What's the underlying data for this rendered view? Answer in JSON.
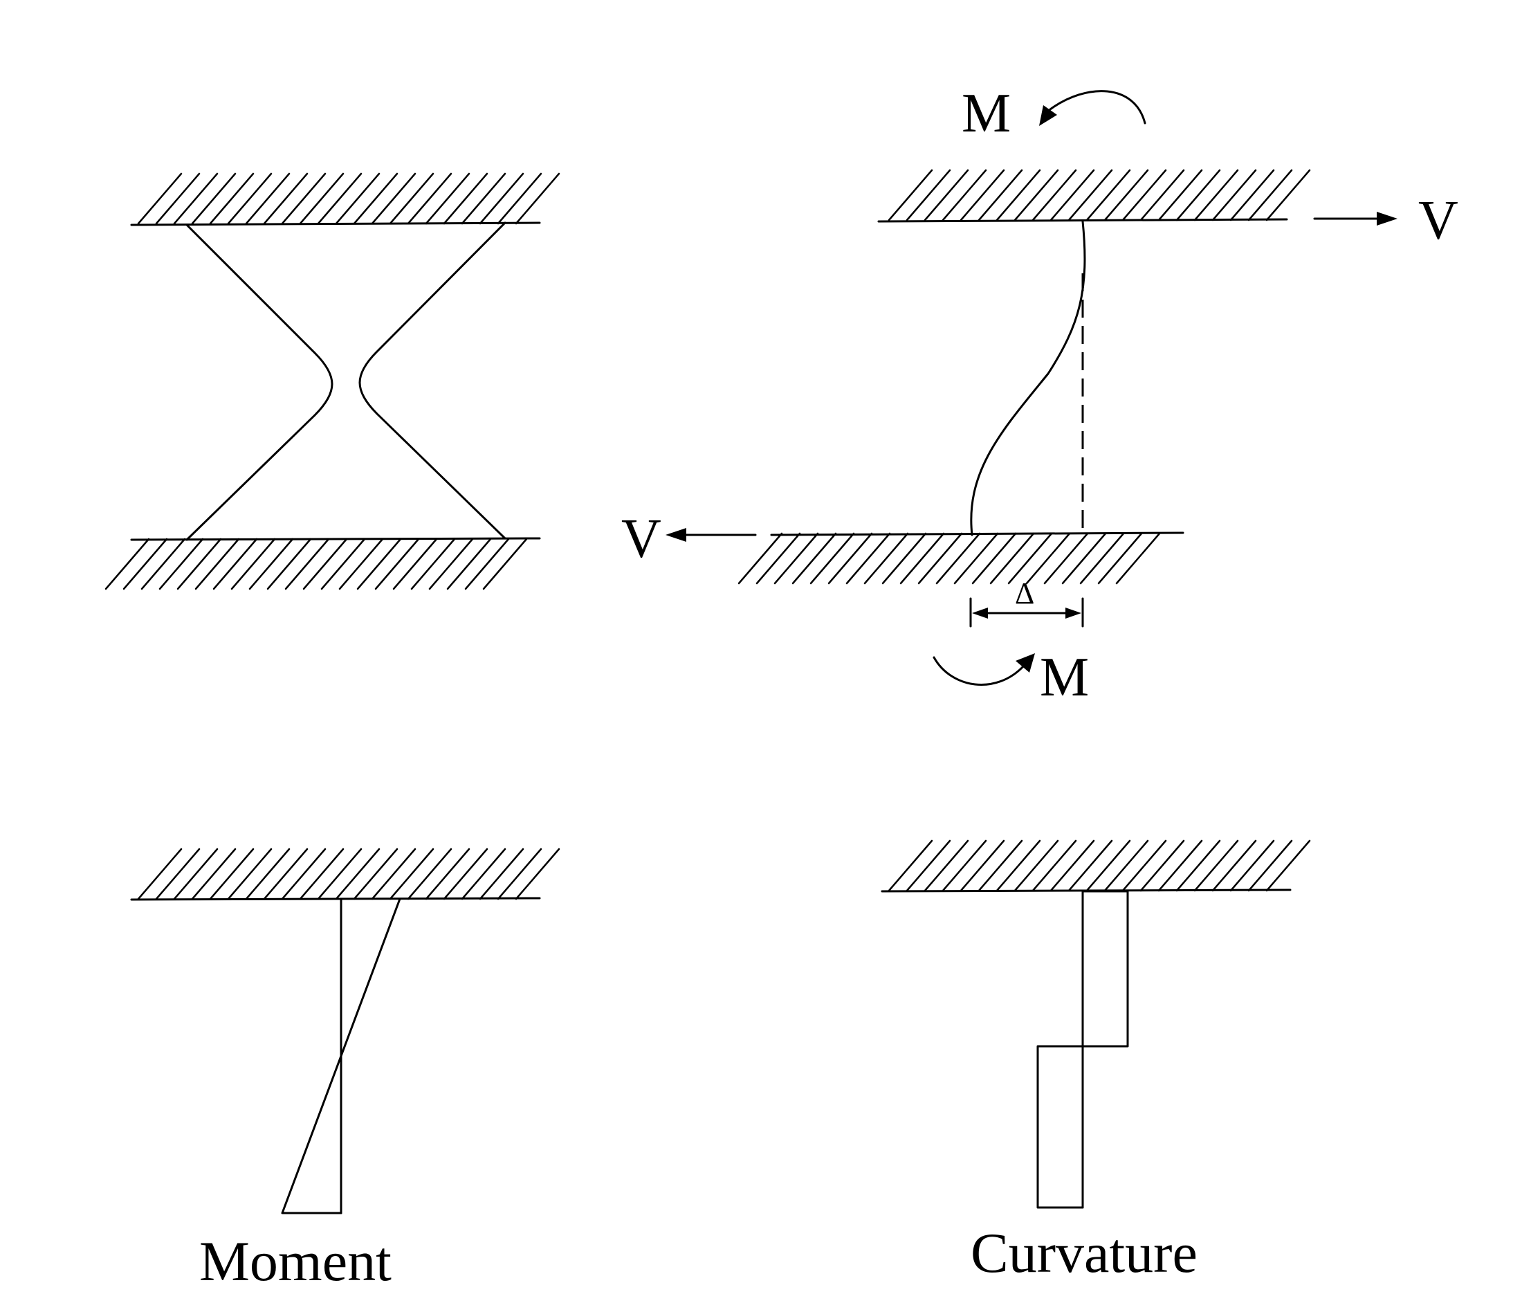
{
  "labels": {
    "moment_top": "M",
    "moment_bottom": "M",
    "shear_right": "V",
    "shear_left": "V",
    "delta": "Δ",
    "moment_caption": "Moment",
    "curvature_caption": "Curvature"
  }
}
